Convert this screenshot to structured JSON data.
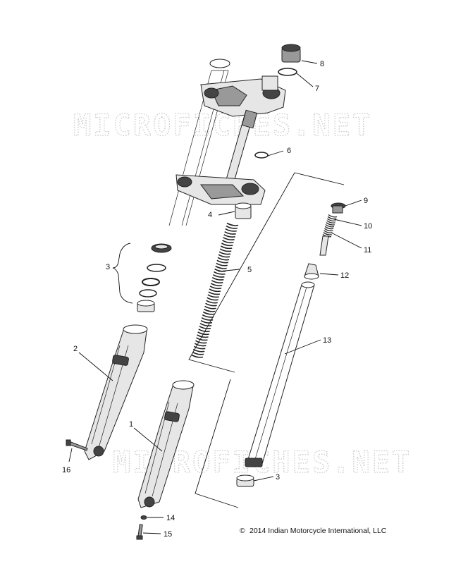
{
  "watermark": "MICROFICHES.NET",
  "copyright": "2014 Indian Motorcycle International, LLC",
  "copyright_symbol": "©",
  "callouts": [
    {
      "id": "c8",
      "label": "8"
    },
    {
      "id": "c7",
      "label": "7"
    },
    {
      "id": "c6",
      "label": "6"
    },
    {
      "id": "c9",
      "label": "9"
    },
    {
      "id": "c10",
      "label": "10"
    },
    {
      "id": "c11",
      "label": "11"
    },
    {
      "id": "c4",
      "label": "4"
    },
    {
      "id": "c3a",
      "label": "3"
    },
    {
      "id": "c5",
      "label": "5"
    },
    {
      "id": "c12",
      "label": "12"
    },
    {
      "id": "c2",
      "label": "2"
    },
    {
      "id": "c13",
      "label": "13"
    },
    {
      "id": "c1",
      "label": "1"
    },
    {
      "id": "c3b",
      "label": "3"
    },
    {
      "id": "c16",
      "label": "16"
    },
    {
      "id": "c14",
      "label": "14"
    },
    {
      "id": "c15",
      "label": "15"
    }
  ]
}
